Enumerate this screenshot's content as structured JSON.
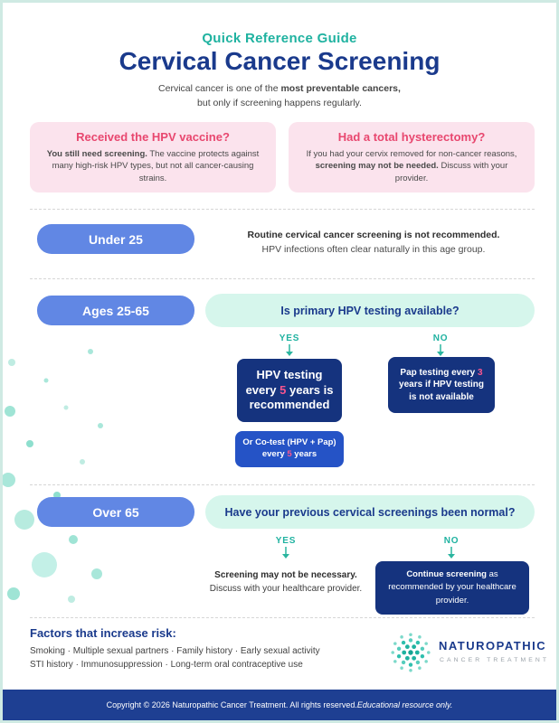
{
  "colors": {
    "teal": "#1fb2a0",
    "navy": "#1a3a8c",
    "pill_blue": "#6187e4",
    "box_navy": "#15337e",
    "box_blue": "#2553c6",
    "footer_navy": "#1e3f92",
    "pink_bg": "#fbe3ed",
    "pink_text": "#e8476f",
    "magenta": "#f9558e",
    "mint_bg": "#d6f6ec"
  },
  "header": {
    "eyebrow": "Quick Reference Guide",
    "title": "Cervical Cancer Screening",
    "subtitle_pre": "Cervical cancer is one of the ",
    "subtitle_bold": "most preventable cancers,",
    "subtitle_line2": "but only if screening happens regularly."
  },
  "callouts": {
    "vaccine": {
      "heading": "Received the HPV vaccine?",
      "bold": "You still need screening.",
      "rest": " The vaccine protects against many high-risk HPV types, but not all cancer-causing strains."
    },
    "hysterectomy": {
      "heading": "Had a total hysterectomy?",
      "pre": "If you had your cervix removed for non-cancer reasons, ",
      "bold": "screening may not be needed.",
      "post": " Discuss with your provider."
    }
  },
  "under25": {
    "pill": "Under 25",
    "bold": "Routine cervical cancer screening is not recommended.",
    "text": "HPV infections often clear naturally in this age group."
  },
  "ages2565": {
    "pill": "Ages 25-65",
    "question": "Is primary HPV testing available?",
    "yes": "YES",
    "no": "NO",
    "yes_box_pre": "HPV testing every ",
    "yes_box_num": "5",
    "yes_box_post": " years is recommended",
    "cotest_pre": "Or Co-test (HPV + Pap) every ",
    "cotest_num": "5",
    "cotest_post": " years",
    "no_box_pre": "Pap testing every ",
    "no_box_num": "3",
    "no_box_post": " years if HPV testing is not available"
  },
  "over65": {
    "pill": "Over 65",
    "question": "Have your previous cervical screenings been normal?",
    "yes": "YES",
    "no": "NO",
    "yes_bold": "Screening may not be necessary.",
    "yes_text": "Discuss with your healthcare provider.",
    "no_bold": "Continue screening",
    "no_rest": " as recommended by your healthcare provider."
  },
  "risk": {
    "heading": "Factors that increase risk:",
    "line1": "Smoking · Multiple sexual partners · Family history · Early sexual activity",
    "line2": "STI history · Immunosuppression · Long-term oral contraceptive use"
  },
  "logo": {
    "name": "NATUROPATHIC",
    "tagline": "CANCER TREATMENT"
  },
  "footer": {
    "text": "Copyright © 2026 Naturopathic Cancer Treatment. All rights reserved. ",
    "italic": "Educational resource only."
  }
}
